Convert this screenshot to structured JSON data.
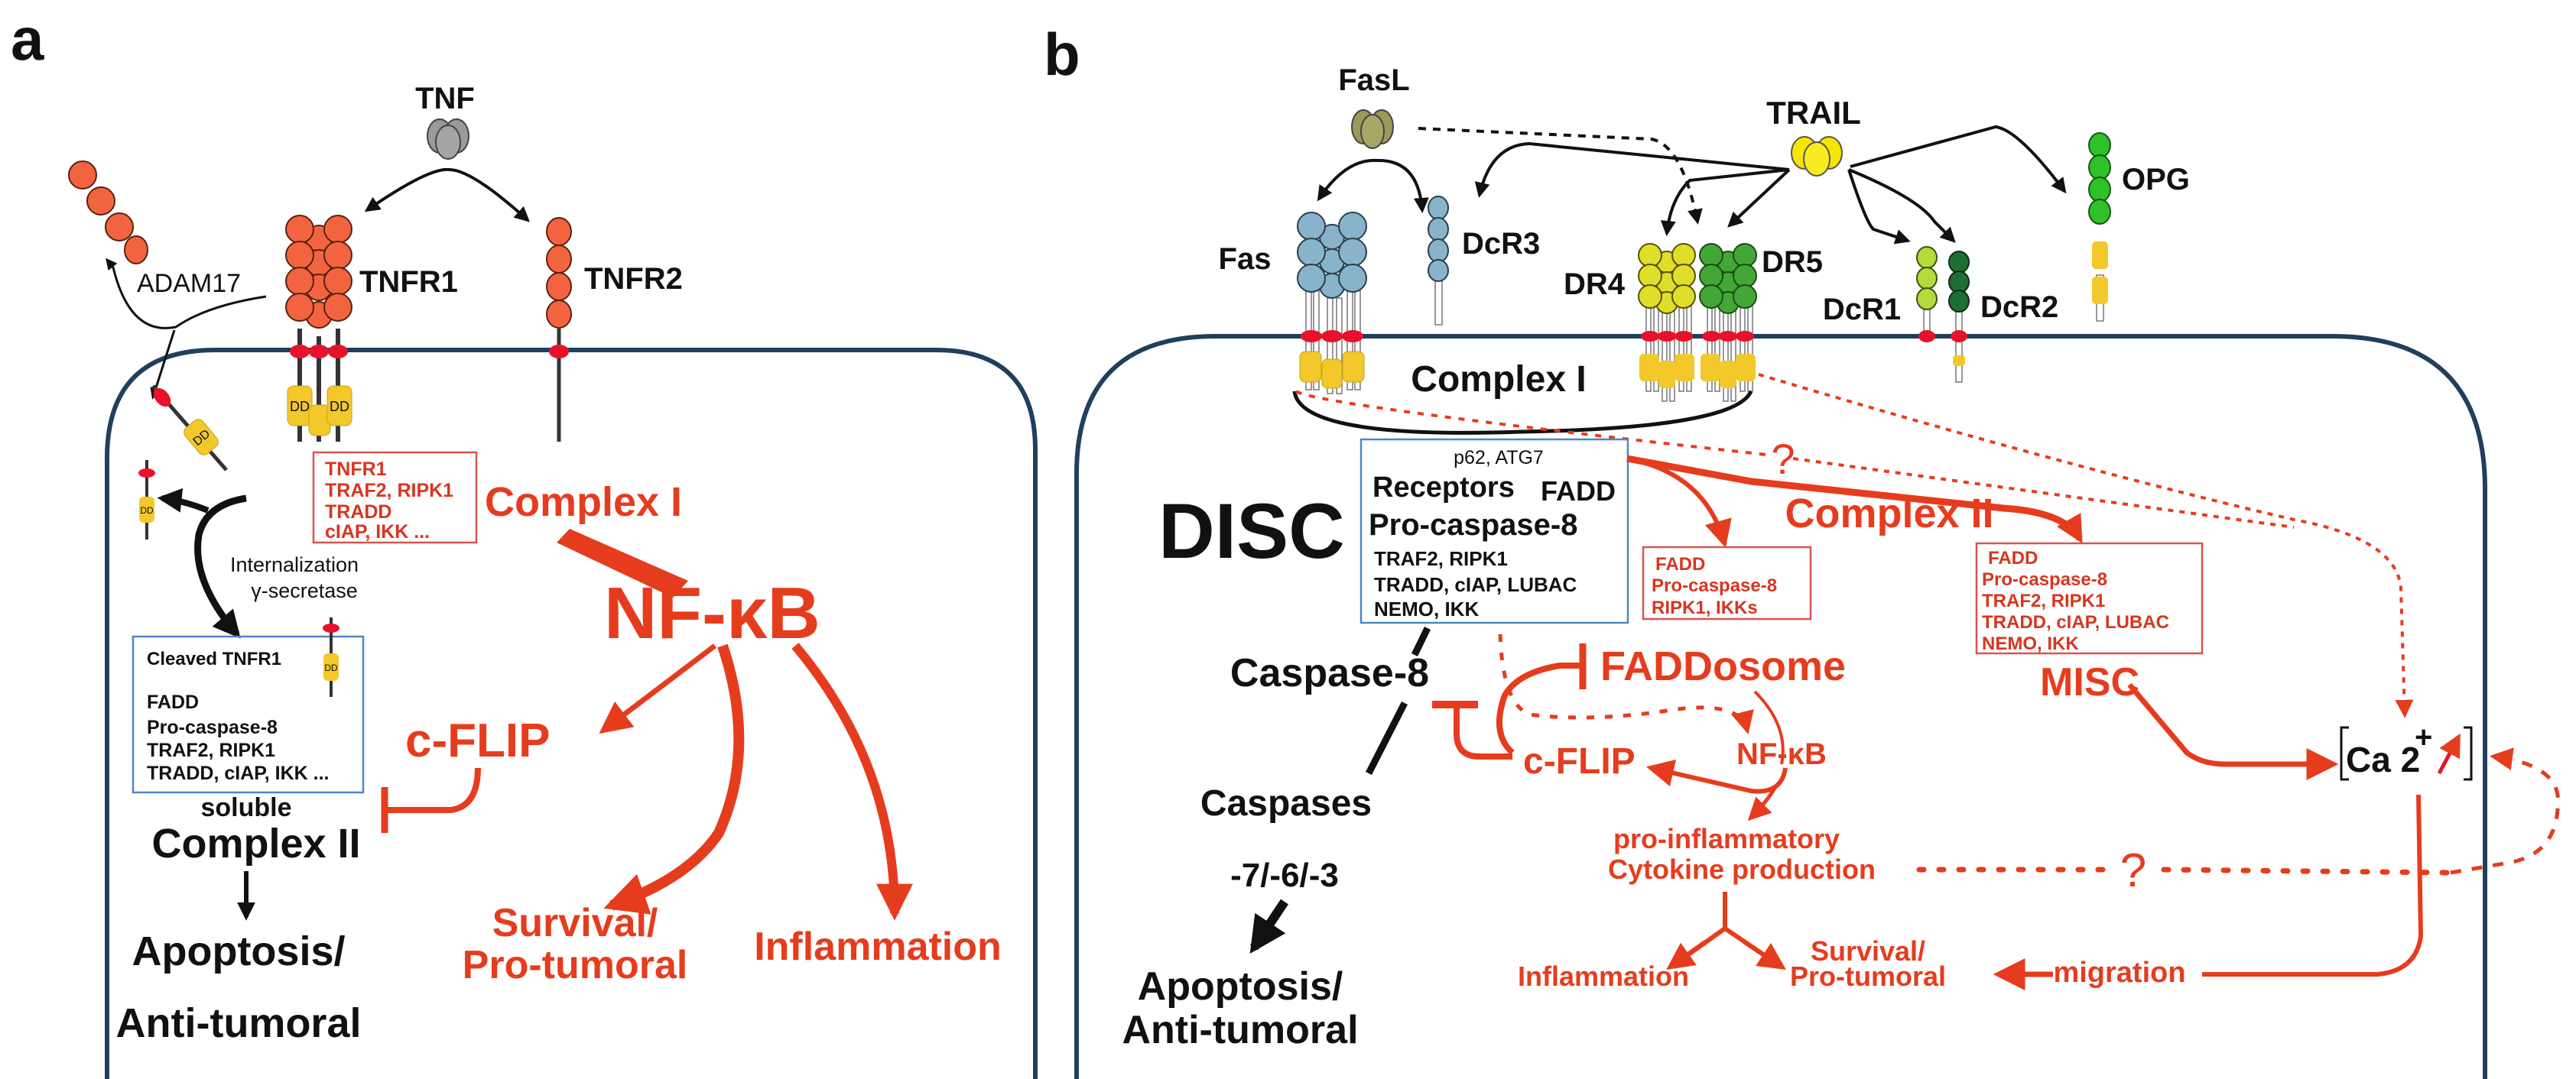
{
  "colors": {
    "membrane": "#1f3f5f",
    "red_pathway": "#e63c1e",
    "red_dark": "#d8351f",
    "anchor_red": "#e8112b",
    "death_domain": "#f2c82a",
    "tnfr": "#f26440",
    "tnf": "#9a9a9a",
    "fasl": "#9c9a5a",
    "fas": "#88b4cb",
    "trail": "#f6e600",
    "dr4": "#e1de2a",
    "dr5": "#42a736",
    "dcr1": "#b2dc3c",
    "dcr2": "#1f6e34",
    "opg": "#2fc02a",
    "box_blue": "#4a87c8",
    "box_red": "#d9534f"
  },
  "panel_a": {
    "label": "a",
    "ligand": "TNF",
    "receptor1": "TNFR1",
    "receptor2": "TNFR2",
    "protease": "ADAM17",
    "death_domain": "DD",
    "complex1_box": [
      "TNFR1",
      "TRAF2, RIPK1",
      "TRADD",
      "cIAP, IKK ..."
    ],
    "complex1_label": "Complex I",
    "nfkb": "NF-κB",
    "internalization": [
      "Internalization",
      "γ-secretase"
    ],
    "complex2_box": [
      "Cleaved TNFR1",
      "FADD",
      "Pro-caspase-8",
      "TRAF2, RIPK1",
      "TRADD, cIAP, IKK ..."
    ],
    "soluble": "soluble",
    "complex2_label": "Complex II",
    "cflip": "c-FLIP",
    "outcome_apoptosis": [
      "Apoptosis/",
      "Anti-tumoral"
    ],
    "outcome_survival": [
      "Survival/",
      "Pro-tumoral"
    ],
    "outcome_inflammation": "Inflammation"
  },
  "panel_b": {
    "label": "b",
    "ligand_fasl": "FasL",
    "ligand_trail": "TRAIL",
    "receptors": {
      "fas": "Fas",
      "dcr3": "DcR3",
      "dr4": "DR4",
      "dr5": "DR5",
      "dcr1": "DcR1",
      "dcr2": "DcR2",
      "opg": "OPG"
    },
    "complex1_label": "Complex I",
    "disc_label": "DISC",
    "disc_box": {
      "line1": "p62,  ATG7",
      "line2a": "Receptors",
      "line2b": "FADD",
      "line3": "Pro-caspase-8",
      "line4": "TRAF2, RIPK1",
      "line5": "TRADD, cIAP, LUBAC",
      "line6": "NEMO, IKK"
    },
    "question_mark": "?",
    "complex2_label": "Complex II",
    "faddosome_box": [
      "FADD",
      "Pro-caspase-8",
      "RIPK1, IKKs"
    ],
    "misc_box": [
      "FADD",
      "Pro-caspase-8",
      "TRAF2, RIPK1",
      "TRADD, cIAP, LUBAC",
      "NEMO, IKK"
    ],
    "misc_label": "MISC",
    "faddosome_label": "FADDosome",
    "caspase8": "Caspase-8",
    "cflip": "c-FLIP",
    "nfkb": "NF-κB",
    "calcium": {
      "base": "Ca 2",
      "sup": "+"
    },
    "caspases": "Caspases",
    "caspase_numbers": "-7/-6/-3",
    "outcome_apoptosis": [
      "Apoptosis/",
      "Anti-tumoral"
    ],
    "cytokine": [
      "pro-inflammatory",
      "Cytokine production"
    ],
    "question_mark2": "?",
    "outcome_inflammation": "Inflammation",
    "outcome_survival": [
      "Survival/",
      "Pro-tumoral"
    ],
    "migration": "migration"
  }
}
